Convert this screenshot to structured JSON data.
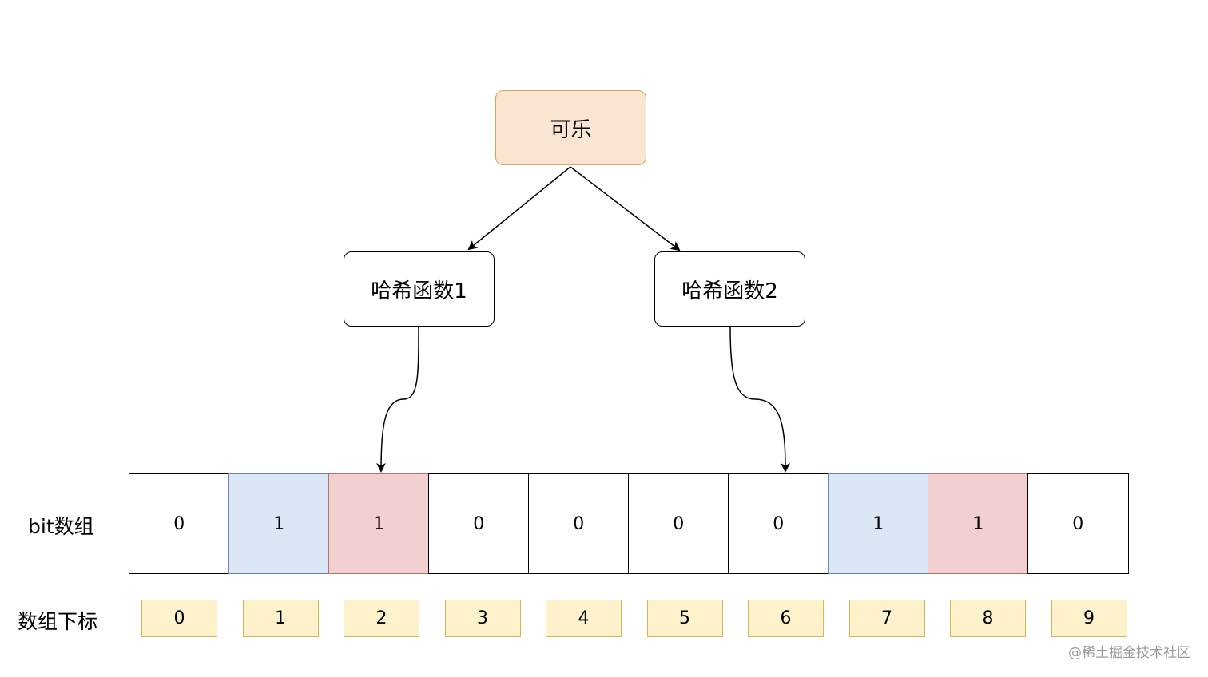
{
  "nodes": {
    "source": "可乐",
    "hash1": "哈希函数1",
    "hash2": "哈希函数2"
  },
  "bit_array": {
    "label": "bit数组",
    "cells": [
      {
        "value": "0",
        "color": "#ffffff"
      },
      {
        "value": "1",
        "color": "#dce7f6"
      },
      {
        "value": "1",
        "color": "#f1d0cf"
      },
      {
        "value": "0",
        "color": "#ffffff"
      },
      {
        "value": "0",
        "color": "#ffffff"
      },
      {
        "value": "0",
        "color": "#ffffff"
      },
      {
        "value": "0",
        "color": "#ffffff"
      },
      {
        "value": "1",
        "color": "#dce7f6"
      },
      {
        "value": "1",
        "color": "#f1d0cf"
      },
      {
        "value": "0",
        "color": "#ffffff"
      }
    ]
  },
  "index_row": {
    "label": "数组下标",
    "indices": [
      "0",
      "1",
      "2",
      "3",
      "4",
      "5",
      "6",
      "7",
      "8",
      "9"
    ]
  },
  "edges": [
    {
      "from": "可乐",
      "to": "哈希函数1"
    },
    {
      "from": "可乐",
      "to": "哈希函数2"
    },
    {
      "from": "哈希函数1",
      "to_index": "2"
    },
    {
      "from": "哈希函数2",
      "to_index": "6"
    }
  ],
  "colors": {
    "source_fill": "#fae5d2",
    "source_border": "#d6a35b",
    "blue_fill": "#dce7f6",
    "red_fill": "#f1d0cf",
    "index_fill": "#fdf2cc",
    "index_border": "#d6b656"
  },
  "watermark": "@稀土掘金技术社区"
}
